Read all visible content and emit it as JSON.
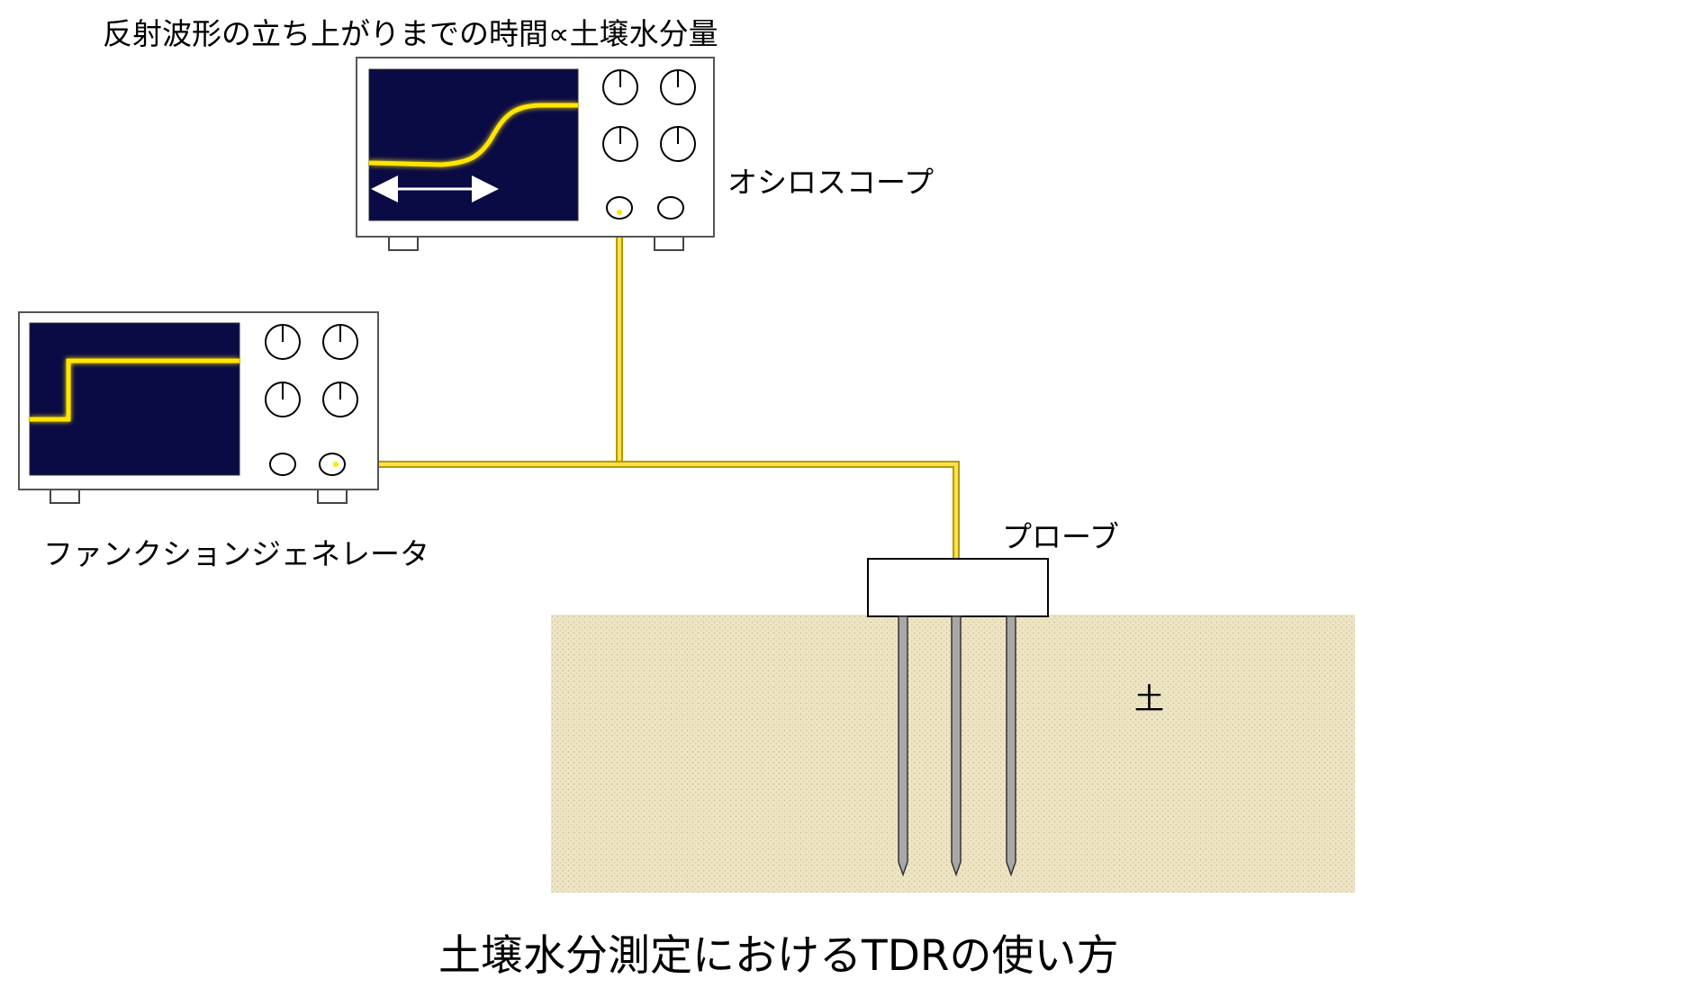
{
  "labels": {
    "oscilloscope_caption": "反射波形の立ち上がりまでの時間∝土壌水分量",
    "oscilloscope": "オシロスコープ",
    "function_generator": "ファンクションジェネレータ",
    "probe": "プローブ",
    "soil": "土",
    "title": "土壌水分測定におけるTDRの使い方"
  },
  "colors": {
    "screen": "#0a0a44",
    "signal": "#ffe600",
    "signal_glow": "#ffffaa",
    "cable": "#e8c800",
    "soil": "#ede4c4",
    "rod": "#9a9a9a"
  }
}
